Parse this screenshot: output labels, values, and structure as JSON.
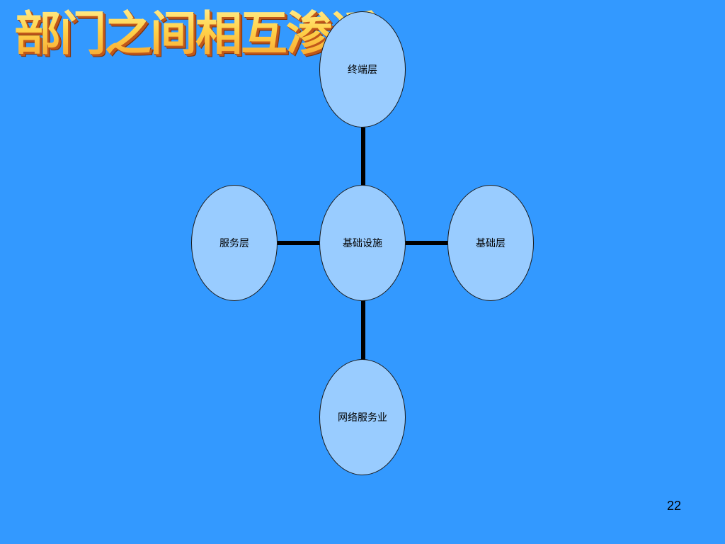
{
  "slide": {
    "title": "部门之间相互渗透",
    "page_number": "22"
  },
  "diagram": {
    "nodes": {
      "center": {
        "label": "基础设施"
      },
      "top": {
        "label": "终端层"
      },
      "left": {
        "label": "服务层"
      },
      "right": {
        "label": "基础层"
      },
      "bottom": {
        "label": "网络服务业"
      }
    },
    "colors": {
      "background": "#3399ff",
      "node_fill": "#99ccff",
      "connector": "#000000",
      "title_fill": "#ffd24a",
      "title_shadow": "#c0571a"
    }
  }
}
